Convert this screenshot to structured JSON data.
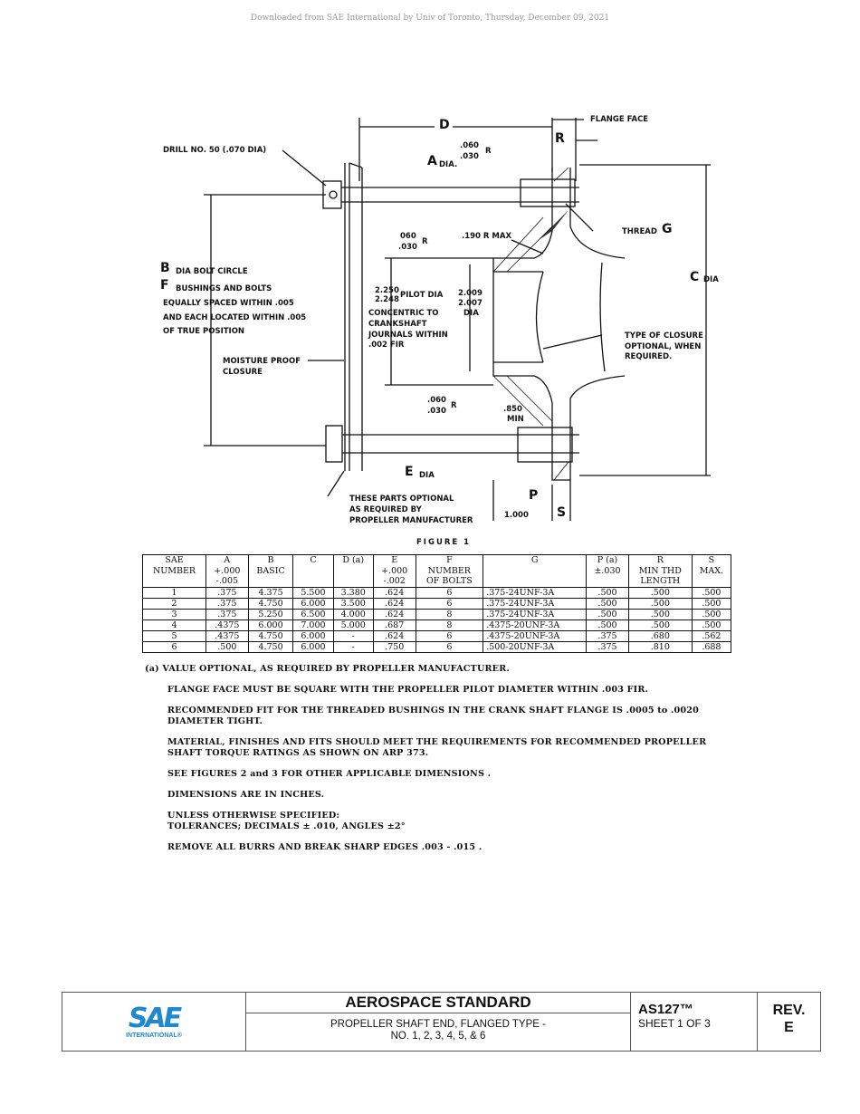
{
  "header": {
    "download_note": "Downloaded from SAE International by Univ of Toronto, Thursday, December 09, 2021"
  },
  "figure": {
    "caption": "FIGURE 1",
    "labels": {
      "d": "D",
      "flange_face": "FLANGE FACE",
      "r": "R",
      "drill": "DRILL NO. 50 (.070 DIA)",
      "r_top_1": ".060",
      "r_top_2": ".030",
      "r_top_r": "R",
      "a_dia_letter": "A",
      "a_dia": "DIA.",
      "r_mid_1": "060",
      "r_mid_2": ".030",
      "r_mid_r": "R",
      "r190": ".190 R MAX",
      "thread": "THREAD",
      "thread_g": "G",
      "b_letter": "B",
      "b_text": "DIA BOLT CIRCLE",
      "f_letter": "F",
      "f_text": "BUSHINGS AND BOLTS",
      "spaced1": "EQUALLY SPACED WITHIN .005",
      "spaced2": "AND EACH LOCATED WITHIN .005",
      "spaced3": "OF TRUE POSITION",
      "c_letter": "C",
      "c_text": "DIA",
      "pilot1": "2.250",
      "pilot2": "2.248",
      "pilot_text": "PILOT DIA",
      "pilot_r1": "2.009",
      "pilot_r2": "2.007",
      "pilot_r3": "DIA",
      "conc1": "CONCENTRIC TO",
      "conc2": "CRANKSHAFT",
      "conc3": "JOURNALS WITHIN",
      "conc4": ".002 FIR",
      "closure1": "TYPE OF CLOSURE",
      "closure2": "OPTIONAL, WHEN",
      "closure3": "REQUIRED.",
      "moist1": "MOISTURE PROOF",
      "moist2": "CLOSURE",
      "r_low_1": ".060",
      "r_low_2": ".030",
      "r_low_r": "R",
      "min850_1": ".850",
      "min850_2": "MIN",
      "e_letter": "E",
      "e_text": "DIA",
      "opt1": "THESE PARTS OPTIONAL",
      "opt2": "AS REQUIRED BY",
      "opt3": "PROPELLER MANUFACTURER",
      "p": "P",
      "s": "S",
      "d1000": "1.000"
    }
  },
  "table": {
    "headers": [
      [
        "SAE",
        "NUMBER",
        ""
      ],
      [
        "A",
        "+.000",
        "-.005"
      ],
      [
        "B",
        "BASIC",
        ""
      ],
      [
        "C",
        "",
        ""
      ],
      [
        "D (a)",
        "",
        ""
      ],
      [
        "E",
        "+.000",
        "-.002"
      ],
      [
        "F",
        "NUMBER",
        "OF BOLTS"
      ],
      [
        "G",
        "",
        ""
      ],
      [
        "P (a)",
        "±.030",
        ""
      ],
      [
        "R",
        "MIN THD",
        "LENGTH"
      ],
      [
        "S",
        "MAX.",
        ""
      ]
    ],
    "rows": [
      [
        "1",
        ".375",
        "4.375",
        "5.500",
        "3.380",
        ".624",
        "6",
        ".375-24UNF-3A",
        ".500",
        ".500",
        ".500"
      ],
      [
        "2",
        ".375",
        "4.750",
        "6.000",
        "3.500",
        ".624",
        "6",
        ".375-24UNF-3A",
        ".500",
        ".500",
        ".500"
      ],
      [
        "3",
        ".375",
        "5.250",
        "6.500",
        "4.000",
        ".624",
        "8",
        ".375-24UNF-3A",
        ".500",
        ".500",
        ".500"
      ],
      [
        "4",
        ".4375",
        "6.000",
        "7.000",
        "5.000",
        ".687",
        "8",
        ".4375-20UNF-3A",
        ".500",
        ".500",
        ".500"
      ],
      [
        "5",
        ".4375",
        "4.750",
        "6.000",
        "-",
        ".624",
        "6",
        ".4375-20UNF-3A",
        ".375",
        ".680",
        ".562"
      ],
      [
        "6",
        ".500",
        "4.750",
        "6.000",
        "-",
        ".750",
        "6",
        ".500-20UNF-3A",
        ".375",
        ".810",
        ".688"
      ]
    ]
  },
  "notes": [
    "(a)   VALUE OPTIONAL, AS REQUIRED BY PROPELLER MANUFACTURER.",
    "FLANGE FACE MUST BE SQUARE WITH THE PROPELLER PILOT DIAMETER WITHIN .003 FIR.",
    "RECOMMENDED FIT FOR THE THREADED BUSHINGS IN THE CRANK SHAFT FLANGE IS .0005 to .0020 DIAMETER TIGHT.",
    "MATERIAL, FINISHES AND FITS SHOULD MEET THE REQUIREMENTS FOR RECOMMENDED PROPELLER SHAFT TORQUE RATINGS AS SHOWN ON ARP 373.",
    "SEE FIGURES 2 and 3 FOR OTHER APPLICABLE DIMENSIONS .",
    "DIMENSIONS ARE IN INCHES.",
    "UNLESS OTHERWISE SPECIFIED:\nTOLERANCES; DECIMALS ± .010, ANGLES ±2°",
    "REMOVE ALL BURRS AND  BREAK SHARP EDGES .003 - .015 ."
  ],
  "title_block": {
    "logo": "SAE INTERNATIONAL",
    "logo_color": "#1e88d0",
    "title": "AEROSPACE STANDARD",
    "subtitle1": "PROPELLER SHAFT END, FLANGED TYPE -",
    "subtitle2": "NO. 1, 2, 3, 4, 5, & 6",
    "doc": "AS127™",
    "sheet": "SHEET 1 OF 3",
    "rev_label": "REV.",
    "rev": "E"
  }
}
